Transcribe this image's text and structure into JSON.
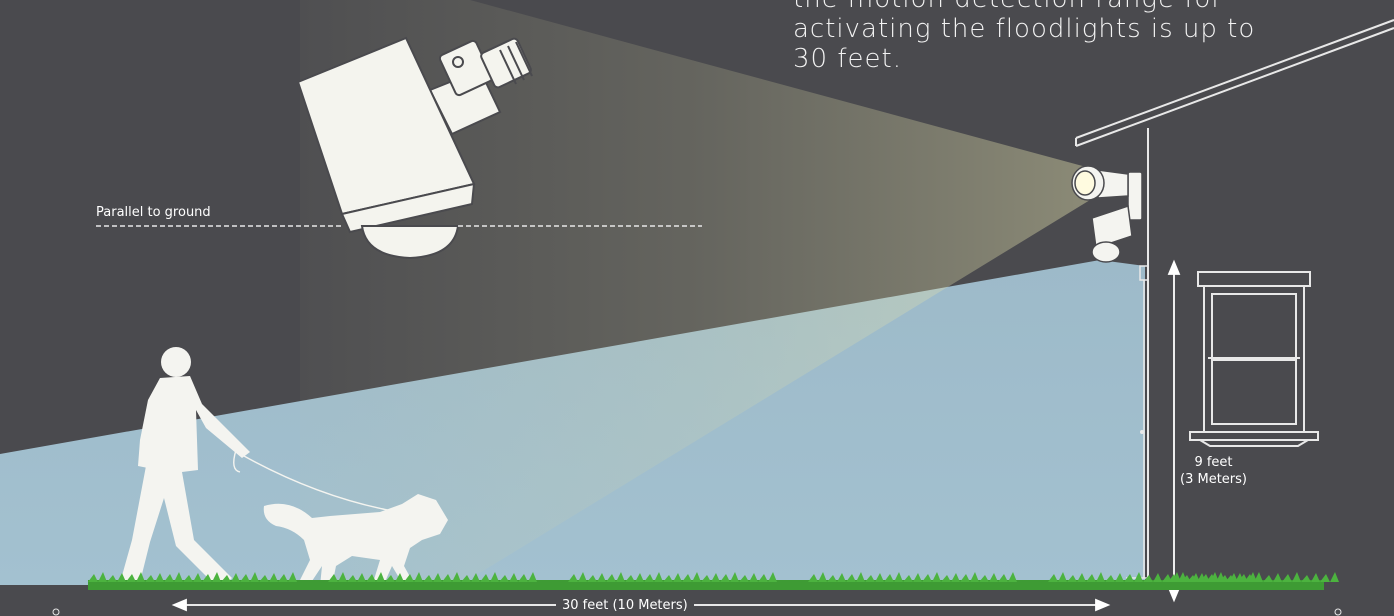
{
  "heading": {
    "lines": [
      "the motion detection range for",
      "activating the floodlights is up to",
      "30 feet."
    ]
  },
  "labels": {
    "parallel": "Parallel to ground",
    "height_primary": "9 feet",
    "height_secondary": "(3 Meters)",
    "distance": "30 feet (10 Meters)"
  },
  "colors": {
    "background": "#4a4a4e",
    "detection_zone": "#9fbccb",
    "light_beam": "#e8e6b0",
    "grass": "#43a838",
    "house_line": "#e8e8e8",
    "silhouette": "#f4f4f0"
  }
}
